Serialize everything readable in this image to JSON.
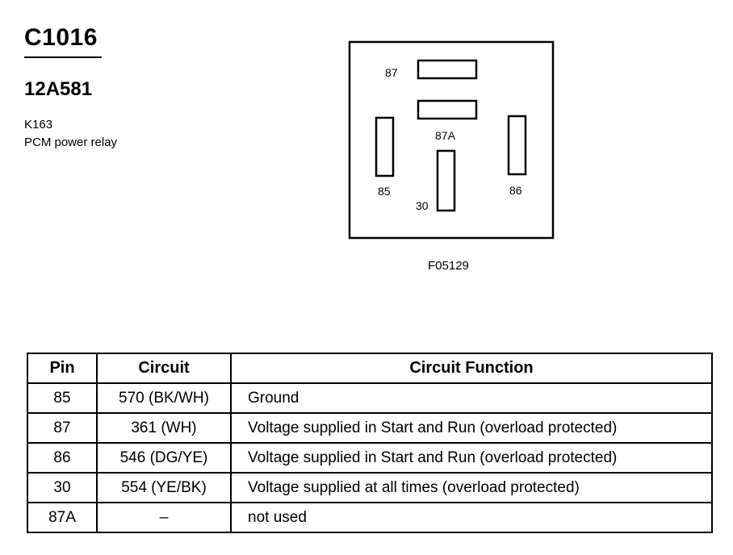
{
  "header": {
    "connector": "C1016",
    "part_number": "12A581",
    "relay_id": "K163",
    "relay_name": "PCM power relay"
  },
  "diagram": {
    "pins": [
      {
        "label": "87",
        "orientation": "horizontal"
      },
      {
        "label": "87A",
        "orientation": "horizontal"
      },
      {
        "label": "85",
        "orientation": "vertical"
      },
      {
        "label": "30",
        "orientation": "vertical"
      },
      {
        "label": "86",
        "orientation": "vertical"
      }
    ],
    "figure_code": "F05129"
  },
  "table": {
    "headers": [
      "Pin",
      "Circuit",
      "Circuit Function"
    ],
    "rows": [
      {
        "pin": "85",
        "circuit": "570 (BK/WH)",
        "function": "Ground"
      },
      {
        "pin": "87",
        "circuit": "361 (WH)",
        "function": "Voltage supplied in Start and Run (overload protected)"
      },
      {
        "pin": "86",
        "circuit": "546 (DG/YE)",
        "function": "Voltage supplied in Start and Run (overload protected)"
      },
      {
        "pin": "30",
        "circuit": "554 (YE/BK)",
        "function": "Voltage supplied at all times (overload protected)"
      },
      {
        "pin": "87A",
        "circuit": "–",
        "function": "not used"
      }
    ]
  }
}
